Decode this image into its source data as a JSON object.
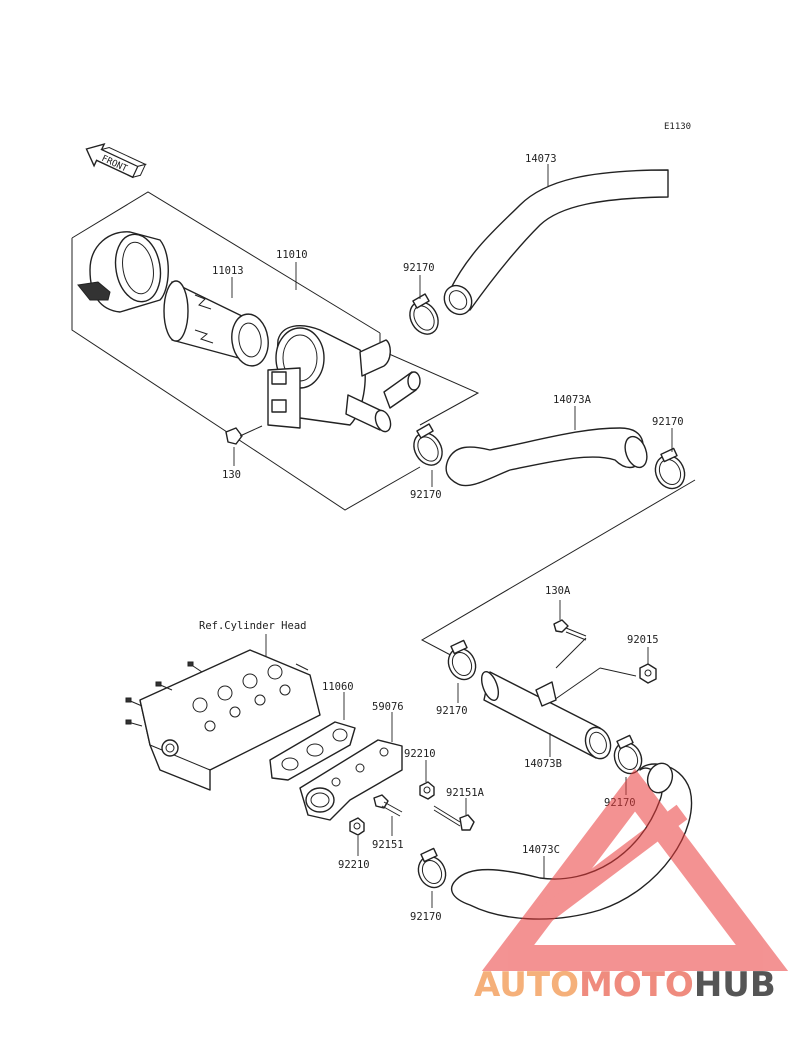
{
  "diagram_code": "E1130",
  "front_arrow_label": "FRONT",
  "reference_label": "Ref.Cylinder Head",
  "labels": {
    "p14073": "14073",
    "p11010": "11010",
    "p11013": "11013",
    "p92170_a": "92170",
    "p130": "130",
    "p14073A": "14073A",
    "p92170_b": "92170",
    "p92170_c": "92170",
    "p130A": "130A",
    "p92015": "92015",
    "p11060": "11060",
    "p59076": "59076",
    "p92210_a": "92210",
    "p92151A": "92151A",
    "p92170_d": "92170",
    "p14073B": "14073B",
    "p92170_e": "92170",
    "p14073C": "14073C",
    "p92151": "92151",
    "p92210_b": "92210",
    "p92170_f": "92170"
  },
  "watermark": {
    "part1": "AUTO",
    "part2": "MOTO",
    "part3": "HUB",
    "color1": "#f5b07a",
    "color2": "#ef8b7e",
    "color3": "#555555",
    "triangle_color": "#ea3a3a"
  }
}
